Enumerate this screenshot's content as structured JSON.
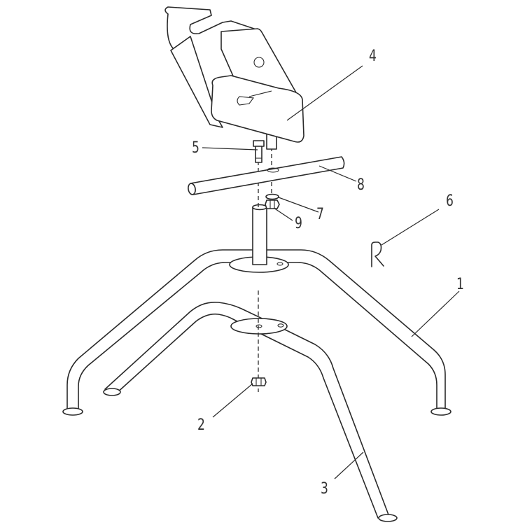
{
  "diagram": {
    "type": "exploded-assembly",
    "parts": [
      {
        "number": "1",
        "label": "1",
        "description": "upper tubular stand frame"
      },
      {
        "number": "2",
        "label": "2",
        "description": "hex nut (bottom)"
      },
      {
        "number": "3",
        "label": "3",
        "description": "lower tubular leg frame with plate"
      },
      {
        "number": "4",
        "label": "4",
        "description": "pipe roller/saddle head"
      },
      {
        "number": "5",
        "label": "5",
        "description": "bolt"
      },
      {
        "number": "6",
        "label": "6",
        "description": "R-clip pin"
      },
      {
        "number": "7",
        "label": "7",
        "description": "washer"
      },
      {
        "number": "8",
        "label": "8",
        "description": "cross rod"
      },
      {
        "number": "9",
        "label": "9",
        "description": "hex nut"
      }
    ],
    "colors": {
      "line": "#2a2a2a",
      "background": "#ffffff",
      "label": "#333333"
    }
  }
}
